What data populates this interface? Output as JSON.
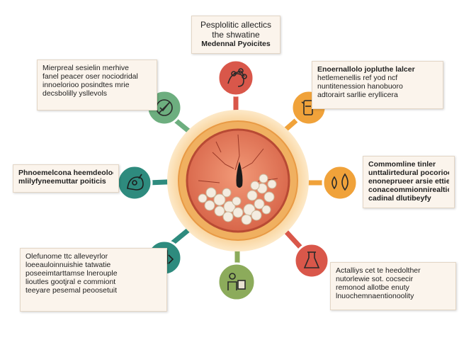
{
  "callouts": {
    "top": [
      "Pesplolitic allectics",
      "the shwatine",
      "Medennal Pyoicites"
    ],
    "upper_left": [
      "Mierpreal sesielin merhive",
      "fanel peacer oser nociodridal",
      "innoelorioo posindtes mrie",
      "decsbolilly ysllevols"
    ],
    "upper_right": [
      "Enoernallolo jopluthe lalcer",
      "hetlemenellis ref yod ncf",
      "nuntitenession hanobuoro",
      "adtorairt sarllie eryllicera"
    ],
    "mid_left": [
      "Phnoemelcona heemdeoloe",
      "mlilyfyneemuttar poiticis"
    ],
    "mid_right": [
      "Commomline tinler",
      "unttalirtedural pocoriooral",
      "enoneprueer arsie ettier",
      "conaceommionnirealtion",
      "cadinal dlutibeyfy"
    ],
    "lower_left": [
      "Olefunome ttc alleveyrlor",
      "loeeauloinnuishie tatwatie",
      "poseeimtarttamse lnerouple",
      "lioutles gootjral e commiont",
      "teeyare pesemal peoosetuit"
    ],
    "lower_right": [
      "Actalliys cet te heedolther",
      "nutorlewie sot. cocsecir",
      "remonod allotbe enuty",
      "lnuochemnaentionoolity"
    ]
  },
  "colors": {
    "red": "#d9574a",
    "green": "#6dae7f",
    "teal": "#2e8b7e",
    "orange": "#f0a23a",
    "olive": "#8cab5b",
    "ring_outer": "#fbe3b6",
    "ring_mid": "#f2b36a",
    "core": "#e07a5a"
  },
  "nodes": [
    {
      "name": "red-top",
      "color": "red",
      "icon": "hand-molecule-icon"
    },
    {
      "name": "green-upper-left",
      "color": "green",
      "icon": "checklist-icon"
    },
    {
      "name": "orange-upper-right",
      "color": "orange",
      "icon": "beaker-icon"
    },
    {
      "name": "teal-left",
      "color": "teal",
      "icon": "cells-icon"
    },
    {
      "name": "orange-right",
      "color": "orange",
      "icon": "droplets-icon"
    },
    {
      "name": "teal-lower-left",
      "color": "teal",
      "icon": "document-icon"
    },
    {
      "name": "olive-bottom",
      "color": "olive",
      "icon": "person-icon"
    },
    {
      "name": "red-lower-right",
      "color": "red",
      "icon": "flask-icon"
    }
  ]
}
